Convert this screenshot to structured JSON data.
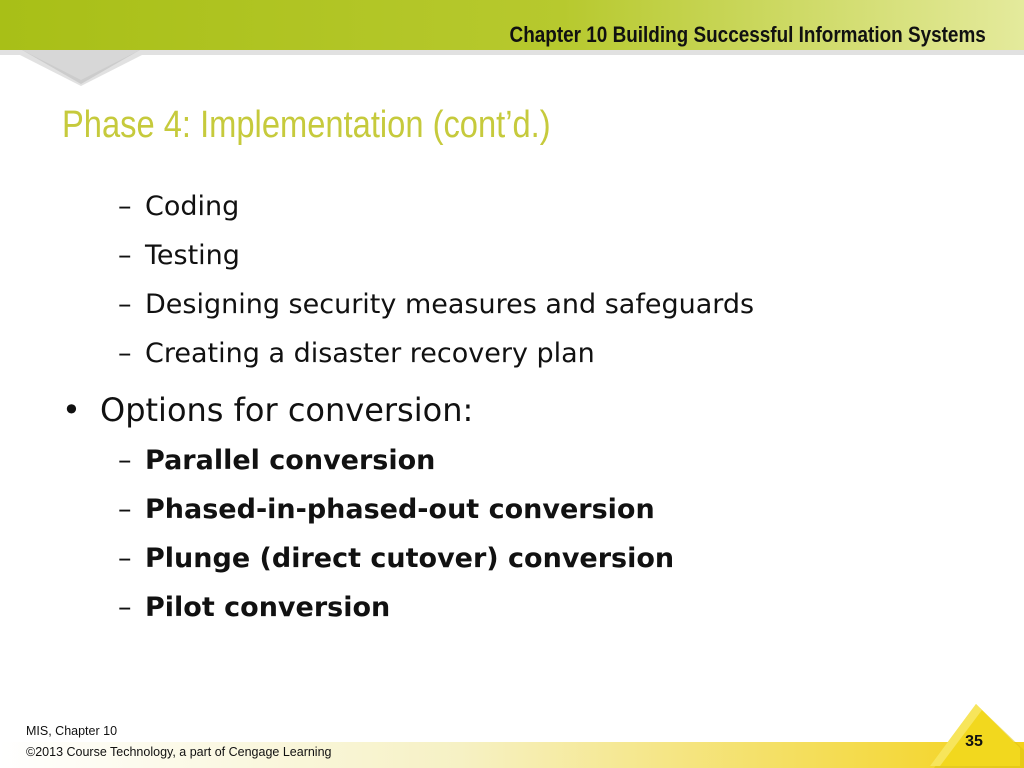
{
  "header": {
    "chapter_title": "Chapter 10 Building Successful Information Systems"
  },
  "slide": {
    "title": "Phase 4: Implementation (cont’d.)",
    "sub_items_top": [
      {
        "marker": "–",
        "text": "Coding"
      },
      {
        "marker": "–",
        "text": "Testing"
      },
      {
        "marker": "–",
        "text": "Designing security measures and safeguards"
      },
      {
        "marker": "–",
        "text": "Creating a disaster recovery plan"
      }
    ],
    "bullet": {
      "marker": "•",
      "text": "Options for conversion:"
    },
    "sub_items_conversion": [
      {
        "marker": "–",
        "text": "Parallel conversion"
      },
      {
        "marker": "–",
        "text": "Phased-in-phased-out conversion"
      },
      {
        "marker": "–",
        "text": "Plunge (direct cutover) conversion"
      },
      {
        "marker": "–",
        "text": "Pilot conversion"
      }
    ]
  },
  "footer": {
    "course": "MIS, Chapter 10",
    "copyright": "©2013 Course Technology, a part of Cengage Learning",
    "page_number": "35"
  },
  "colors": {
    "header_green": "#a8bf17",
    "title_green": "#c6ca3c",
    "footer_yellow": "#f3d21a",
    "page_tab_yellow": "#f2d81e"
  }
}
